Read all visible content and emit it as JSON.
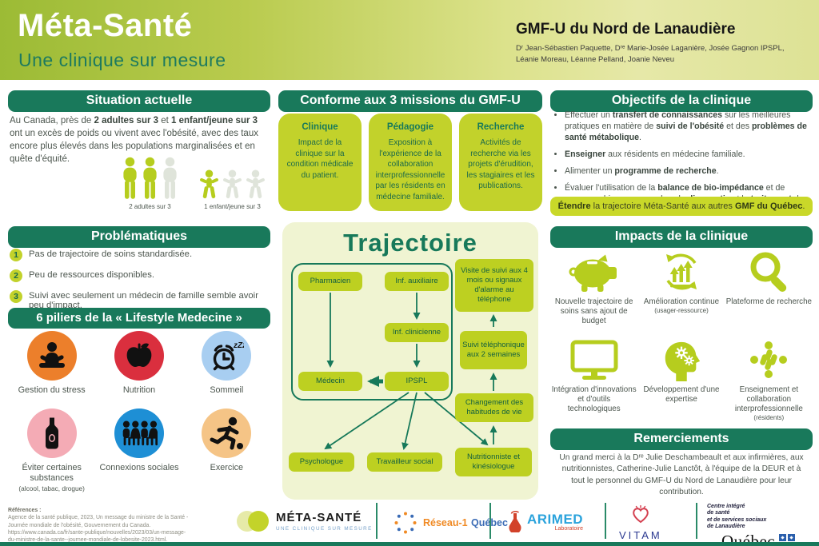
{
  "colors": {
    "accent_green": "#19795b",
    "lime": "#c2d22b",
    "panel_bg": "#f0f4d2",
    "subtitle_teal": "#1d7a5f"
  },
  "header": {
    "title": "Méta-Santé",
    "subtitle": "Une clinique sur mesure",
    "org": "GMF-U du Nord de Lanaudière",
    "authors": "Dʳ Jean-Sébastien Paquette, Dʳᵉ Marie-Josée Laganière, Josée Gagnon IPSPL, Léanie Moreau, Léanne Pelland, Joanie Neveu"
  },
  "situation": {
    "heading": "Situation actuelle",
    "paragraph": [
      {
        "t": "Au Canada, près de ",
        "b": false
      },
      {
        "t": "2 adultes sur 3",
        "b": true
      },
      {
        "t": " et ",
        "b": false
      },
      {
        "t": "1 enfant/jeune sur 3",
        "b": true
      },
      {
        "t": " ont un excès de poids ou vivent avec l'obésité, avec des taux encore plus élevés dans les populations marginalisées et en quête d'équité.",
        "b": false
      }
    ],
    "adults_label": "2 adultes sur 3",
    "children_label": "1 enfant/jeune sur 3"
  },
  "missions": {
    "heading": "Conforme aux 3 missions du GMF-U",
    "cards": [
      {
        "title": "Clinique",
        "text": "Impact de la clinique sur la condition médicale du patient."
      },
      {
        "title": "Pédagogie",
        "text": "Exposition à l'expérience de la collaboration interprofessionnelle par les résidents en médecine familiale."
      },
      {
        "title": "Recherche",
        "text": "Activités de recherche via les projets d'érudition, les stagiaires et les publications."
      }
    ]
  },
  "objectifs": {
    "heading": "Objectifs de la clinique",
    "bullets": [
      [
        {
          "t": "Effectuer un ",
          "b": false
        },
        {
          "t": "transfert de connaissances",
          "b": true
        },
        {
          "t": " sur les meilleures pratiques en matière de ",
          "b": false
        },
        {
          "t": "suivi de l'obésité",
          "b": true
        },
        {
          "t": " et des ",
          "b": false
        },
        {
          "t": "problèmes de santé métabolique",
          "b": true
        },
        {
          "t": ".",
          "b": false
        }
      ],
      [
        {
          "t": "Enseigner",
          "b": true
        },
        {
          "t": " aux résidents en médecine familiale.",
          "b": false
        }
      ],
      [
        {
          "t": "Alimenter un ",
          "b": false
        },
        {
          "t": "programme de recherche",
          "b": true
        },
        {
          "t": ".",
          "b": false
        }
      ],
      [
        {
          "t": "Évaluer l'utilisation de la ",
          "b": false
        },
        {
          "t": "balance de bio-impédance",
          "b": true
        },
        {
          "t": " et de nouveaux biomarqueurs dans le ",
          "b": false
        },
        {
          "t": "diagnostic",
          "b": true
        },
        {
          "t": " et le ",
          "b": false
        },
        {
          "t": "traitement",
          "b": true
        },
        {
          "t": " de l'obésité.",
          "b": false
        }
      ]
    ],
    "banner": [
      {
        "t": "Étendre",
        "b": true
      },
      {
        "t": " la trajectoire Méta-Santé aux autres ",
        "b": false
      },
      {
        "t": "GMF du Québec",
        "b": true
      },
      {
        "t": ".",
        "b": false
      }
    ]
  },
  "problematiques": {
    "heading": "Problématiques",
    "items": [
      {
        "num": "1",
        "text": "Pas de trajectoire de soins standardisée."
      },
      {
        "num": "2",
        "text": "Peu de ressources disponibles."
      },
      {
        "num": "3",
        "text": "Suivi avec seulement un médecin de famille semble avoir peu d'impact."
      }
    ]
  },
  "piliers": {
    "heading": "6 piliers de la « Lifestyle Medecine »",
    "zzz": "zZz",
    "items": [
      {
        "label": "Gestion du stress",
        "icon": "meditation-icon",
        "color": "#ec7f2b"
      },
      {
        "label": "Nutrition",
        "icon": "apple-icon",
        "color": "#da2f3e"
      },
      {
        "label": "Sommeil",
        "icon": "alarm-clock-icon",
        "color": "#a8cef1"
      },
      {
        "label": "Éviter certaines substances",
        "sub": "(alcool, tabac, drogue)",
        "icon": "bottle-icon",
        "color": "#f4abb5"
      },
      {
        "label": "Connexions sociales",
        "icon": "people-group-icon",
        "color": "#1e8fd5"
      },
      {
        "label": "Exercice",
        "icon": "runner-icon",
        "color": "#f5c486"
      }
    ]
  },
  "trajectoire": {
    "title": "Trajectoire",
    "nodes": {
      "pharmacien": "Pharmacien",
      "inf_auxiliaire": "Inf. auxiliaire",
      "inf_clinicienne": "Inf. clinicienne",
      "medecin": "Médecin",
      "ipspl": "IPSPL",
      "psychologue": "Psychologue",
      "travailleur_social": "Travailleur social",
      "nutritionniste": "Nutritionniste et kinésiologue",
      "changement": "Changement des habitudes de vie",
      "suivi_telephonique": "Suivi téléphonique aux 2 semaines",
      "visite": "Visite de suivi aux 4 mois ou signaux d'alarme au téléphone"
    }
  },
  "impacts": {
    "heading": "Impacts de la clinique",
    "items": [
      {
        "icon": "piggy-bank-icon",
        "label": "Nouvelle trajectoire de soins sans ajout de budget"
      },
      {
        "icon": "improvement-cycle-icon",
        "label": "Amélioration continue",
        "sub": "(usager-ressource)"
      },
      {
        "icon": "magnifier-icon",
        "label": "Plateforme de recherche"
      },
      {
        "icon": "monitor-icon",
        "label": "Intégration d'innovations et d'outils technologiques"
      },
      {
        "icon": "head-gears-icon",
        "label": "Développement d'une expertise"
      },
      {
        "icon": "collaboration-icon",
        "label": "Enseignement et collaboration interprofessionnelle",
        "sub": "(résidents)"
      }
    ]
  },
  "remerciements": {
    "heading": "Remerciements",
    "text": "Un grand merci à la Dʳᵉ Julie Deschambeault et aux infirmières, aux nutritionnistes, Catherine-Julie Lanctôt, à l'équipe de la DEUR et à tout le personnel du GMF-U du Nord de Lanaudière pour leur contribution."
  },
  "footer": {
    "references_label": "Références :",
    "references_line1": "Agence de la santé publique, 2023, Un message du ministre de la Santé -",
    "references_line2": "Journée mondiale de l'obésité, Gouvernement du Canada.",
    "references_line3": "https://www.canada.ca/fr/sante-publique/nouvelles/2023/03/un-message-",
    "references_line4": "du-ministre-de-la-sante--journee-mondiale-de-lobesite-2023.html.",
    "logos": {
      "meta": {
        "name": "MÉTA-SANTÉ",
        "tagline": "UNE CLINIQUE SUR MESURE"
      },
      "reseau": {
        "name_part1": "Réseau-1",
        "name_part2": "Québec"
      },
      "arimed": {
        "name": "ARIMED",
        "sub": "Laboratoire"
      },
      "vitam": {
        "name": "VITAM"
      },
      "ciusss": {
        "line1": "Centre intégré",
        "line2": "de santé",
        "line3": "et de services sociaux",
        "line4": "de Lanaudière",
        "wordmark": "Québec"
      }
    }
  }
}
